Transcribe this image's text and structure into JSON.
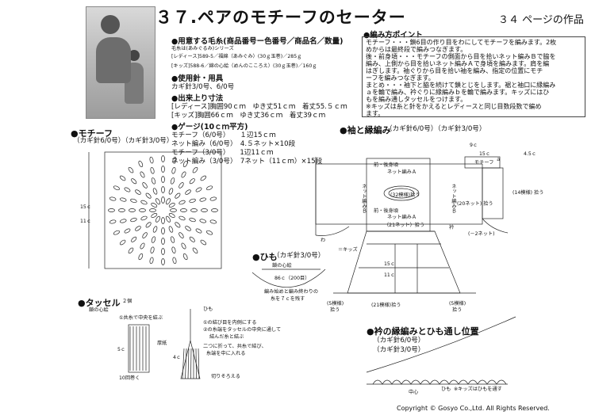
{
  "header": {
    "title": "３７.ペアのモチーフのセーター",
    "page_ref": "３４ ページの作品"
  },
  "materials": {
    "heading": "●用意する毛糸(商品番号ー色番号／商品名／数量)",
    "line1": "毛糸は(あみぐるみ)シリーズ",
    "line2": "[レディース]589-5／福綿（あみぐみ）(30ｇ玉巻)／285ｇ",
    "line3": "[キッズ]588-6／綿の心絵（めんのこころえ）(30ｇ玉巻)／160ｇ",
    "tools_heading": "●使用針・用具",
    "tools": "カギ針3/0号、6/0号",
    "size_heading": "●出来上り寸法",
    "size1": "[レディース]胸囲90ｃｍ　ゆき丈51ｃｍ　着丈55.５ｃｍ",
    "size2": "[キッズ]胸囲66ｃｍ　ゆき丈36ｃｍ　着丈39ｃｍ",
    "gauge_heading": "●ゲージ(10ｃｍ平方)",
    "gauge1": "モチーフ（6/0号）　　１辺15ｃｍ",
    "gauge2": "ネット編み（6/0号）　4.５ネット×10段",
    "gauge3": "モチーフ（3/0号）　　1辺11ｃｍ",
    "gauge4": "ネット編み（3/0号）　7ネット（11ｃｍ）×15段"
  },
  "tips": {
    "heading": "●編み方ポイント",
    "lines": [
      "モチーフ・・・鎖6目の作り目をわにしてモチーフを編みます。2枚",
      "めからは最終段で編みつなぎます。",
      "後・前身頃・・・モチーフの側面から目を拾いネット編みＢで脇を",
      "編み、上側から目を拾いネット編みＡで身頃を編みます。肩を編",
      "はぎします。袖ぐりから目を拾い袖を編み、指定の位置にモチ",
      "ーフを編みつなぎます。",
      "まとめ・・・袖下と脇を続けて鎖とじをします。裾と袖口に縁編み",
      "ａを輪で編み、衿ぐりに縁編みｂを輪で編みます。キッズにはひ",
      "もを編み通しタッセルをつけます。",
      "※キッズは糸と針をかえるとレディースと同じ目数段数で編め",
      "ます。"
    ]
  },
  "sections": {
    "motif": "●モチーフ",
    "motif_needle": "（カギ針6/0号）（カギ針3/0号）",
    "motif_size1": "15ｃ",
    "motif_size2": "11ｃ",
    "sleeve": "●袖と縁編み",
    "sleeve_needle": "（カギ針6/0号）（カギ針3/0号）",
    "himo": "●ひも",
    "himo_needle": "（カギ針3/0号）",
    "himo_sub": "鎖の心絵",
    "himo_note1": "編み始めと編み終わりの",
    "himo_note2": "糸を７ｃを残す",
    "himo_len": "86ｃ（200目）",
    "tassel": "●タッセル",
    "tassel_count": "２個",
    "tassel_sub": "鎖の心絵",
    "tassel_step1": "①共糸で中央を結ぶ",
    "tassel_step2": "①の結び目を内側にする",
    "tassel_step3": "②の糸端をタッセルの中央に通して",
    "tassel_step4": "結んだ糸と結ぶ",
    "tassel_step5": "二つに折って、共糸で結び、",
    "tassel_step6": "糸端を中に入れる",
    "tassel_step7": "切りそろえる",
    "tassel_himo": "ひも",
    "tassel_cardboard": "厚紙",
    "tassel_wrap": "10回巻く",
    "tassel_5c": "5ｃ",
    "tassel_4c": "4ｃ",
    "collar": "●衿の縁編みとひも通し位置",
    "collar_needle1": "（カギ針6/0号）",
    "collar_needle2": "（カギ針3/0号）",
    "collar_center": "中心",
    "collar_himo": "ひも",
    "collar_note": "※キッズはひもを通す"
  },
  "diagram": {
    "front_back1": "前・後身頃",
    "net_a1": "ネット編みＡ",
    "net_b_left": "ネット編みＢ",
    "net_b_right": "ネット編みＢ",
    "collar_label": "(32模様)拾う",
    "front_back2": "前・後身頃",
    "net_a2": "ネット編みＡ",
    "net_a2_sub": "（21ネット）拾う",
    "motif_label": "モチーフ",
    "motif_count": "15c×4.5c",
    "sleeve_count": "(14模様)\n拾う",
    "sleeve_count2": "(20ネット)\n拾う",
    "neck_label": "衿",
    "waist_label": "(－2ネット)",
    "bottom1": "(5模様)",
    "bottom2": "(21模様)拾う",
    "bottom3": "(5模様)",
    "hiroo1": "拾う",
    "hiroo2": "拾う",
    "kids": "＝キッズ",
    "size15": "15ｃ",
    "size11": "11ｃ",
    "dim9": "9ｃ",
    "dim15c": "15ｃ",
    "dim45": "4.5ｃ",
    "dim_a": "ａ",
    "dim_wa": "わ"
  },
  "footer": {
    "copyright": "Copyright © Gosyo Co.,Ltd. All Rights Reserved."
  }
}
